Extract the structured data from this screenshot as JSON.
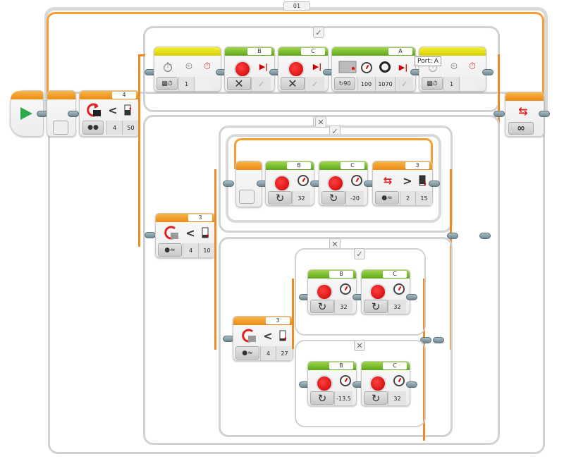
{
  "program": {
    "outer_loop_label": "01",
    "start_icon": "play-icon"
  },
  "top_switch": {
    "true_tab": "✓",
    "false_tab": "✕",
    "condition": {
      "port": "4",
      "mode_icon": "color-sensor-icon",
      "operator": "<",
      "values": [
        "4",
        "50"
      ]
    },
    "true_branch": [
      {
        "type": "wait-timer",
        "color": "yellow",
        "values": [
          "1"
        ]
      },
      {
        "type": "large-motor",
        "color": "green",
        "port": "B",
        "mode": "off",
        "values": [
          "✓"
        ]
      },
      {
        "type": "large-motor",
        "color": "green",
        "port": "C",
        "mode": "off",
        "values": [
          "✓"
        ]
      },
      {
        "type": "medium-motor",
        "color": "green",
        "port": "A",
        "mode": "degrees",
        "values": [
          "100",
          "1070",
          "✓"
        ]
      },
      {
        "type": "wait-timer",
        "color": "yellow",
        "values": [
          "1"
        ],
        "tooltip": "Port: A"
      }
    ]
  },
  "middle_switch": {
    "condition": {
      "port": "3",
      "operator": "<",
      "values": [
        "4",
        "10"
      ]
    },
    "true_tab": "✓",
    "false_tab": "✕",
    "true_branch": {
      "loop": {
        "blocks": [
          {
            "type": "large-motor",
            "port": "B",
            "mode": "on",
            "values": [
              "32"
            ]
          },
          {
            "type": "large-motor",
            "port": "C",
            "mode": "on",
            "values": [
              "-20"
            ]
          }
        ],
        "exit": {
          "port": "3",
          "operator": ">",
          "values": [
            "2",
            "15"
          ]
        }
      }
    },
    "false_branch": {
      "switch": {
        "condition": {
          "port": "3",
          "operator": "<",
          "values": [
            "4",
            "27"
          ]
        },
        "true_tab": "✓",
        "false_tab": "✕",
        "true_branch": [
          {
            "type": "large-motor",
            "port": "B",
            "mode": "on",
            "values": [
              "32"
            ]
          },
          {
            "type": "large-motor",
            "port": "C",
            "mode": "on",
            "values": [
              "32"
            ]
          }
        ],
        "false_branch": [
          {
            "type": "large-motor",
            "port": "B",
            "mode": "on",
            "values": [
              "-13.5"
            ]
          },
          {
            "type": "large-motor",
            "port": "C",
            "mode": "on",
            "values": [
              "32"
            ]
          }
        ]
      }
    }
  },
  "loop_end": {
    "mode_label": "∞"
  },
  "colors": {
    "orange": "#f08a24",
    "green": "#6cb526",
    "yellow": "#e8e000",
    "frame": "#d2d2d2"
  }
}
